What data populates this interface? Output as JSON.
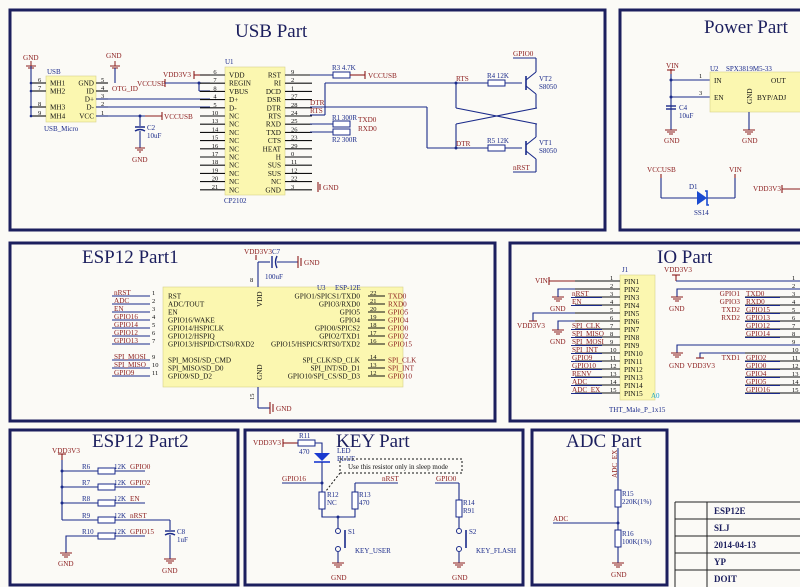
{
  "sections": {
    "usb": {
      "title": "USB Part"
    },
    "power": {
      "title": "Power Part"
    },
    "esp1": {
      "title": "ESP12 Part1"
    },
    "io": {
      "title": "IO Part"
    },
    "esp2": {
      "title": "ESP12 Part2"
    },
    "key": {
      "title": "KEY Part"
    },
    "adc": {
      "title": "ADC Part"
    }
  },
  "usb": {
    "connector_ref": "USB",
    "connector_name": "USB_Micro",
    "connector_pins": [
      {
        "num": "6",
        "name": "MH1"
      },
      {
        "num": "7",
        "name": "MH2"
      },
      {
        "num": "8",
        "name": "MH3"
      },
      {
        "num": "9",
        "name": "MH4"
      }
    ],
    "connector_right_pins": [
      {
        "num": "5",
        "name": "GND"
      },
      {
        "num": "4",
        "name": "ID"
      },
      {
        "num": "3",
        "name": "D+"
      },
      {
        "num": "2",
        "name": "D-"
      },
      {
        "num": "1",
        "name": "VCC"
      }
    ],
    "gnd_label": "GND",
    "otg_label": "OTG_ID",
    "vccusb_label": "VCCUSB",
    "vdd3v3_label": "VDD3V3",
    "c2_ref": "C2",
    "c2_val": "10uF",
    "u1_ref": "U1",
    "u1_name": "CP2102",
    "u1_left": [
      {
        "num": "6",
        "name": "VDD"
      },
      {
        "num": "7",
        "name": "REGIN"
      },
      {
        "num": "8",
        "name": "VBUS"
      },
      {
        "num": "4",
        "name": "D+"
      },
      {
        "num": "5",
        "name": "D-"
      },
      {
        "num": "10",
        "name": "NC"
      },
      {
        "num": "13",
        "name": "NC"
      },
      {
        "num": "14",
        "name": "NC"
      },
      {
        "num": "15",
        "name": "NC"
      },
      {
        "num": "16",
        "name": "NC"
      },
      {
        "num": "17",
        "name": "NC"
      },
      {
        "num": "18",
        "name": "NC"
      },
      {
        "num": "19",
        "name": "NC"
      },
      {
        "num": "20",
        "name": "NC"
      },
      {
        "num": "21",
        "name": "NC"
      }
    ],
    "u1_right": [
      {
        "num": "9",
        "name": "RST"
      },
      {
        "num": "2",
        "name": "RI"
      },
      {
        "num": "1",
        "name": "DCD"
      },
      {
        "num": "27",
        "name": "DSR"
      },
      {
        "num": "28",
        "name": "DTR"
      },
      {
        "num": "24",
        "name": "RTS"
      },
      {
        "num": "25",
        "name": "RXD"
      },
      {
        "num": "26",
        "name": "TXD"
      },
      {
        "num": "23",
        "name": "CTS"
      },
      {
        "num": "29",
        "name": "HEAT"
      },
      {
        "num": "0",
        "name": "H"
      },
      {
        "num": "11",
        "name": "SUS"
      },
      {
        "num": "12",
        "name": "SUS"
      },
      {
        "num": "22",
        "name": "NC"
      },
      {
        "num": "3",
        "name": "GND"
      }
    ],
    "r3": "R3 4.7K",
    "r1": "R1 300R",
    "r2": "R2 300R",
    "r4": "R4 12K",
    "r5": "R5 12K",
    "dtr": "DTR",
    "rts": "RTS",
    "txd0": "TXD0",
    "rxd0": "RXD0",
    "gpio0": "GPIO0",
    "nrst": "nRST",
    "vt2_ref": "VT2",
    "vt2_val": "S8050",
    "vt1_ref": "VT1",
    "vt1_val": "S8050"
  },
  "power": {
    "vin": "VIN",
    "u2_ref": "U2",
    "u2_name": "SPX3819M5-33",
    "pins": {
      "in": "IN",
      "en": "EN",
      "out": "OUT",
      "byp": "BYP/ADJ",
      "gnd": "GND"
    },
    "pin_nums": {
      "in": "1",
      "en": "3",
      "gnd": "2"
    },
    "c4_ref": "C4",
    "c4_val": "10uF",
    "gnd": "GND",
    "vccusb": "VCCUSB",
    "d1_ref": "D1",
    "d1_val": "SS14",
    "vdd3v3": "VDD3V3"
  },
  "esp1": {
    "vdd3v3": "VDD3V3",
    "c7_ref": "C7",
    "c7_val": "100uF",
    "gnd": "GND",
    "u3_ref": "U3",
    "u3_name": "ESP-12E",
    "vdd_pin": "VDD",
    "vdd_num": "8",
    "gnd_pin": "GND",
    "gnd_num": "15",
    "left": [
      {
        "net": "nRST",
        "num": "1",
        "name": "RST"
      },
      {
        "net": "ADC",
        "num": "2",
        "name": "ADC/TOUT"
      },
      {
        "net": "EN",
        "num": "3",
        "name": "EN"
      },
      {
        "net": "GPIO16",
        "num": "4",
        "name": "GPIO16/WAKE"
      },
      {
        "net": "GPIO14",
        "num": "5",
        "name": "GPIO14/HSPICLK"
      },
      {
        "net": "GPIO12",
        "num": "6",
        "name": "GPIO12/HSPIQ"
      },
      {
        "net": "GPIO13",
        "num": "7",
        "name": "GPIO13/HSPID/CTS0/RXD2"
      },
      {
        "net": "SPI_MOSI",
        "num": "9",
        "name": "SPI_MOSI/SD_CMD"
      },
      {
        "net": "SPI_MISO",
        "num": "10",
        "name": "SPI_MISO/SD_D0"
      },
      {
        "net": "GPIO9",
        "num": "11",
        "name": "GPIO9/SD_D2"
      }
    ],
    "right": [
      {
        "net": "TXD0",
        "num": "22",
        "name": "GPIO1/SPICS1/TXD0"
      },
      {
        "net": "RXD0",
        "num": "21",
        "name": "GPIO3/RXD0"
      },
      {
        "net": "GPIO5",
        "num": "20",
        "name": "GPIO5"
      },
      {
        "net": "GPIO4",
        "num": "19",
        "name": "GPIO4"
      },
      {
        "net": "GPIO0",
        "num": "18",
        "name": "GPIO0/SPICS2"
      },
      {
        "net": "GPIO2",
        "num": "17",
        "name": "GPIO2/TXD1"
      },
      {
        "net": "GPIO15",
        "num": "16",
        "name": "GPIO15/HSPICS/RTS0/TXD2"
      },
      {
        "net": "SPI_CLK",
        "num": "14",
        "name": "SPI_CLK/SD_CLK"
      },
      {
        "net": "SPI_INT",
        "num": "13",
        "name": "SPI_INT/SD_D1"
      },
      {
        "net": "GPIO10",
        "num": "12",
        "name": "GPIO10/SPI_CS/SD_D3"
      }
    ]
  },
  "io": {
    "j1_ref": "J1",
    "j1_name": "THT_Male_P_1x15",
    "a0": "A0",
    "vin": "VIN",
    "gnd": "GND",
    "vdd3v3": "VDD3V3",
    "left": [
      {
        "num": "1",
        "pin": "PIN1",
        "net": ""
      },
      {
        "num": "2",
        "pin": "PIN2",
        "net": ""
      },
      {
        "num": "3",
        "pin": "PIN3",
        "net": "nRST"
      },
      {
        "num": "4",
        "pin": "PIN4",
        "net": "EN"
      },
      {
        "num": "5",
        "pin": "PIN5",
        "net": ""
      },
      {
        "num": "6",
        "pin": "PIN6",
        "net": ""
      },
      {
        "num": "7",
        "pin": "PIN7",
        "net": "SPI_CLK"
      },
      {
        "num": "8",
        "pin": "PIN8",
        "net": "SPI_MISO"
      },
      {
        "num": "9",
        "pin": "PIN9",
        "net": "SPI_MOSI"
      },
      {
        "num": "10",
        "pin": "PIN10",
        "net": "SPI_INT"
      },
      {
        "num": "11",
        "pin": "PIN11",
        "net": "GPIO9"
      },
      {
        "num": "12",
        "pin": "PIN12",
        "net": "GPIO10"
      },
      {
        "num": "13",
        "pin": "PIN13",
        "net": "RENV"
      },
      {
        "num": "14",
        "pin": "PIN14",
        "net": "ADC"
      },
      {
        "num": "15",
        "pin": "PIN15",
        "net": "ADC_EX"
      }
    ],
    "right": [
      {
        "num": "1",
        "alias": "",
        "net": ""
      },
      {
        "num": "2",
        "alias": "",
        "net": ""
      },
      {
        "num": "3",
        "alias": "GPIO1",
        "net": "TXD0"
      },
      {
        "num": "4",
        "alias": "GPIO3",
        "net": "RXD0"
      },
      {
        "num": "5",
        "alias": "TXD2",
        "net": "GPIO15"
      },
      {
        "num": "6",
        "alias": "RXD2",
        "net": "GPIO13"
      },
      {
        "num": "7",
        "alias": "",
        "net": "GPIO12"
      },
      {
        "num": "8",
        "alias": "",
        "net": "GPIO14"
      },
      {
        "num": "9",
        "alias": "",
        "net": ""
      },
      {
        "num": "10",
        "alias": "",
        "net": ""
      },
      {
        "num": "11",
        "alias": "TXD1",
        "net": "GPIO2"
      },
      {
        "num": "12",
        "alias": "",
        "net": "GPIO0"
      },
      {
        "num": "13",
        "alias": "",
        "net": "GPIO4"
      },
      {
        "num": "14",
        "alias": "",
        "net": "GPIO5"
      },
      {
        "num": "15",
        "alias": "",
        "net": "GPIO16"
      }
    ]
  },
  "esp2": {
    "vdd3v3": "VDD3V3",
    "gnd": "GND",
    "resistors": [
      {
        "ref": "R6",
        "val": "12K",
        "net": "GPIO0"
      },
      {
        "ref": "R7",
        "val": "12K",
        "net": "GPIO2"
      },
      {
        "ref": "R8",
        "val": "12K",
        "net": "EN"
      },
      {
        "ref": "R9",
        "val": "12K",
        "net": "nRST"
      },
      {
        "ref": "R10",
        "val": "12K",
        "net": "GPIO15"
      }
    ],
    "c8_ref": "C8",
    "c8_val": "1uF"
  },
  "key": {
    "vdd3v3": "VDD3V3",
    "r11_ref": "R11",
    "r11_val": "470",
    "led_ref": "LED",
    "led_val": "BLUE",
    "note": "Use this resistor only in sleep mode",
    "gpio16": "GPIO16",
    "nrst": "nRST",
    "gpio0": "GPIO0",
    "r12_ref": "R12",
    "r12_val": "NC",
    "r13_ref": "R13",
    "r13_val": "470",
    "r14_ref": "R14",
    "r14_val": "R91",
    "s1_ref": "S1",
    "s1_name": "KEY_USER",
    "s2_ref": "S2",
    "s2_name": "KEY_FLASH",
    "gnd": "GND"
  },
  "adc": {
    "adc_ex": "ADC_EX",
    "adc": "ADC",
    "r15_ref": "R15",
    "r15_val": "220K(1%)",
    "r16_ref": "R16",
    "r16_val": "100K(1%)",
    "gnd": "GND"
  },
  "title_block": {
    "rows": [
      "ESP12E",
      "SLJ",
      "2014-04-13",
      "YP",
      "DOIT"
    ]
  }
}
